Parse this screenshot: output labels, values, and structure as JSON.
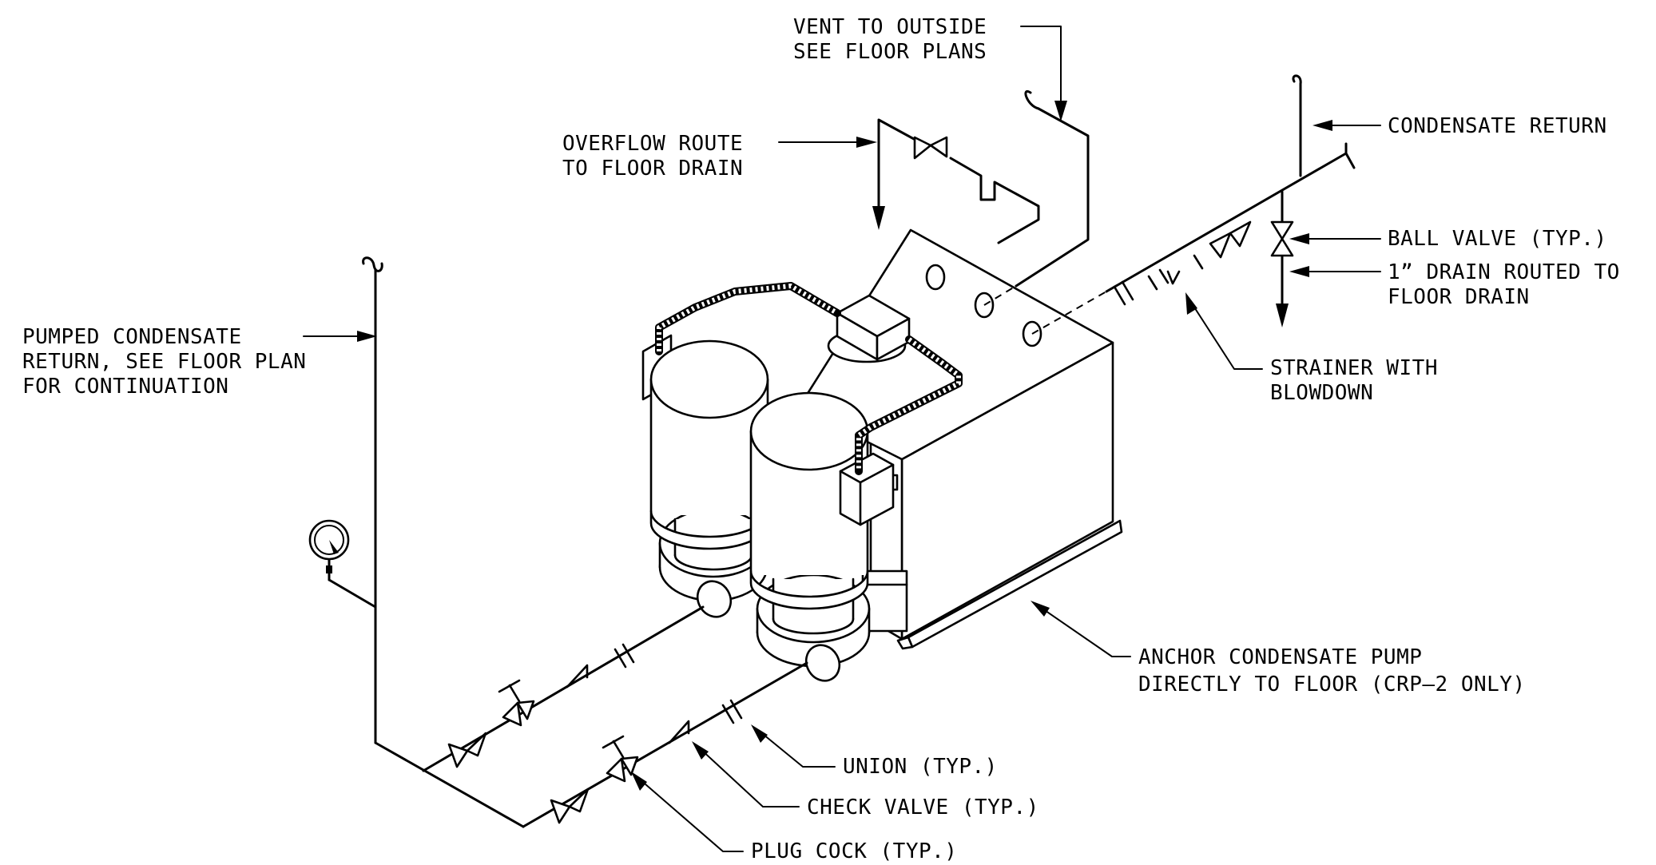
{
  "labels": {
    "vent_line1": "VENT TO OUTSIDE",
    "vent_line2": "SEE FLOOR PLANS",
    "overflow_line1": "OVERFLOW ROUTE",
    "overflow_line2": "TO FLOOR DRAIN",
    "condensate_return": "CONDENSATE RETURN",
    "ball_valve": "BALL VALVE (TYP.)",
    "drain_line1": "1” DRAIN ROUTED TO",
    "drain_line2": "FLOOR DRAIN",
    "pumped_line1": "PUMPED CONDENSATE",
    "pumped_line2": "RETURN, SEE FLOOR PLAN",
    "pumped_line3": "FOR CONTINUATION",
    "strainer_line1": "STRAINER WITH",
    "strainer_line2": "BLOWDOWN",
    "anchor_line1": "ANCHOR CONDENSATE PUMP",
    "anchor_line2": "DIRECTLY TO FLOOR (CRP–2 ONLY)",
    "union": "UNION (TYP.)",
    "check_valve": "CHECK VALVE (TYP.)",
    "plug_cock": "PLUG COCK (TYP.)"
  }
}
